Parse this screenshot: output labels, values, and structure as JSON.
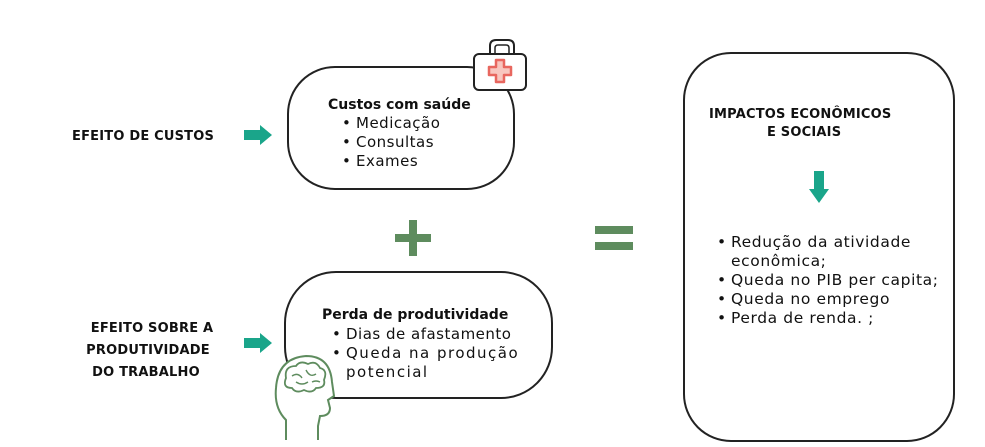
{
  "left_labels": {
    "costs": "EFEITO DE CUSTOS",
    "productivity": [
      "EFEITO SOBRE A",
      "PRODUTIVIDADE",
      "DO TRABALHO"
    ]
  },
  "costs_box": {
    "title": "Custos com saúde",
    "items": [
      "Medicação",
      "Consultas",
      "Exames"
    ]
  },
  "productivity_box": {
    "title": "Perda de produtividade",
    "items": [
      "Dias de afastamento",
      "Queda na produção potencial"
    ]
  },
  "operators": {
    "plus": "+",
    "equals": "="
  },
  "impacts_box": {
    "title": [
      "IMPACTOS ECONÔMICOS",
      "E SOCIAIS"
    ],
    "items": [
      "Redução da atividade econômica;",
      "Queda no PIB per capita;",
      "Queda no emprego",
      "Perda de renda. ;"
    ]
  },
  "colors": {
    "teal": "#1aa58a",
    "green": "#5e8c5e",
    "first_aid_red": "#e8675f",
    "first_aid_fill": "#f8c6bf"
  },
  "icons": [
    "right-arrow-icon",
    "down-arrow-icon",
    "first-aid-kit-icon",
    "head-brain-icon"
  ]
}
